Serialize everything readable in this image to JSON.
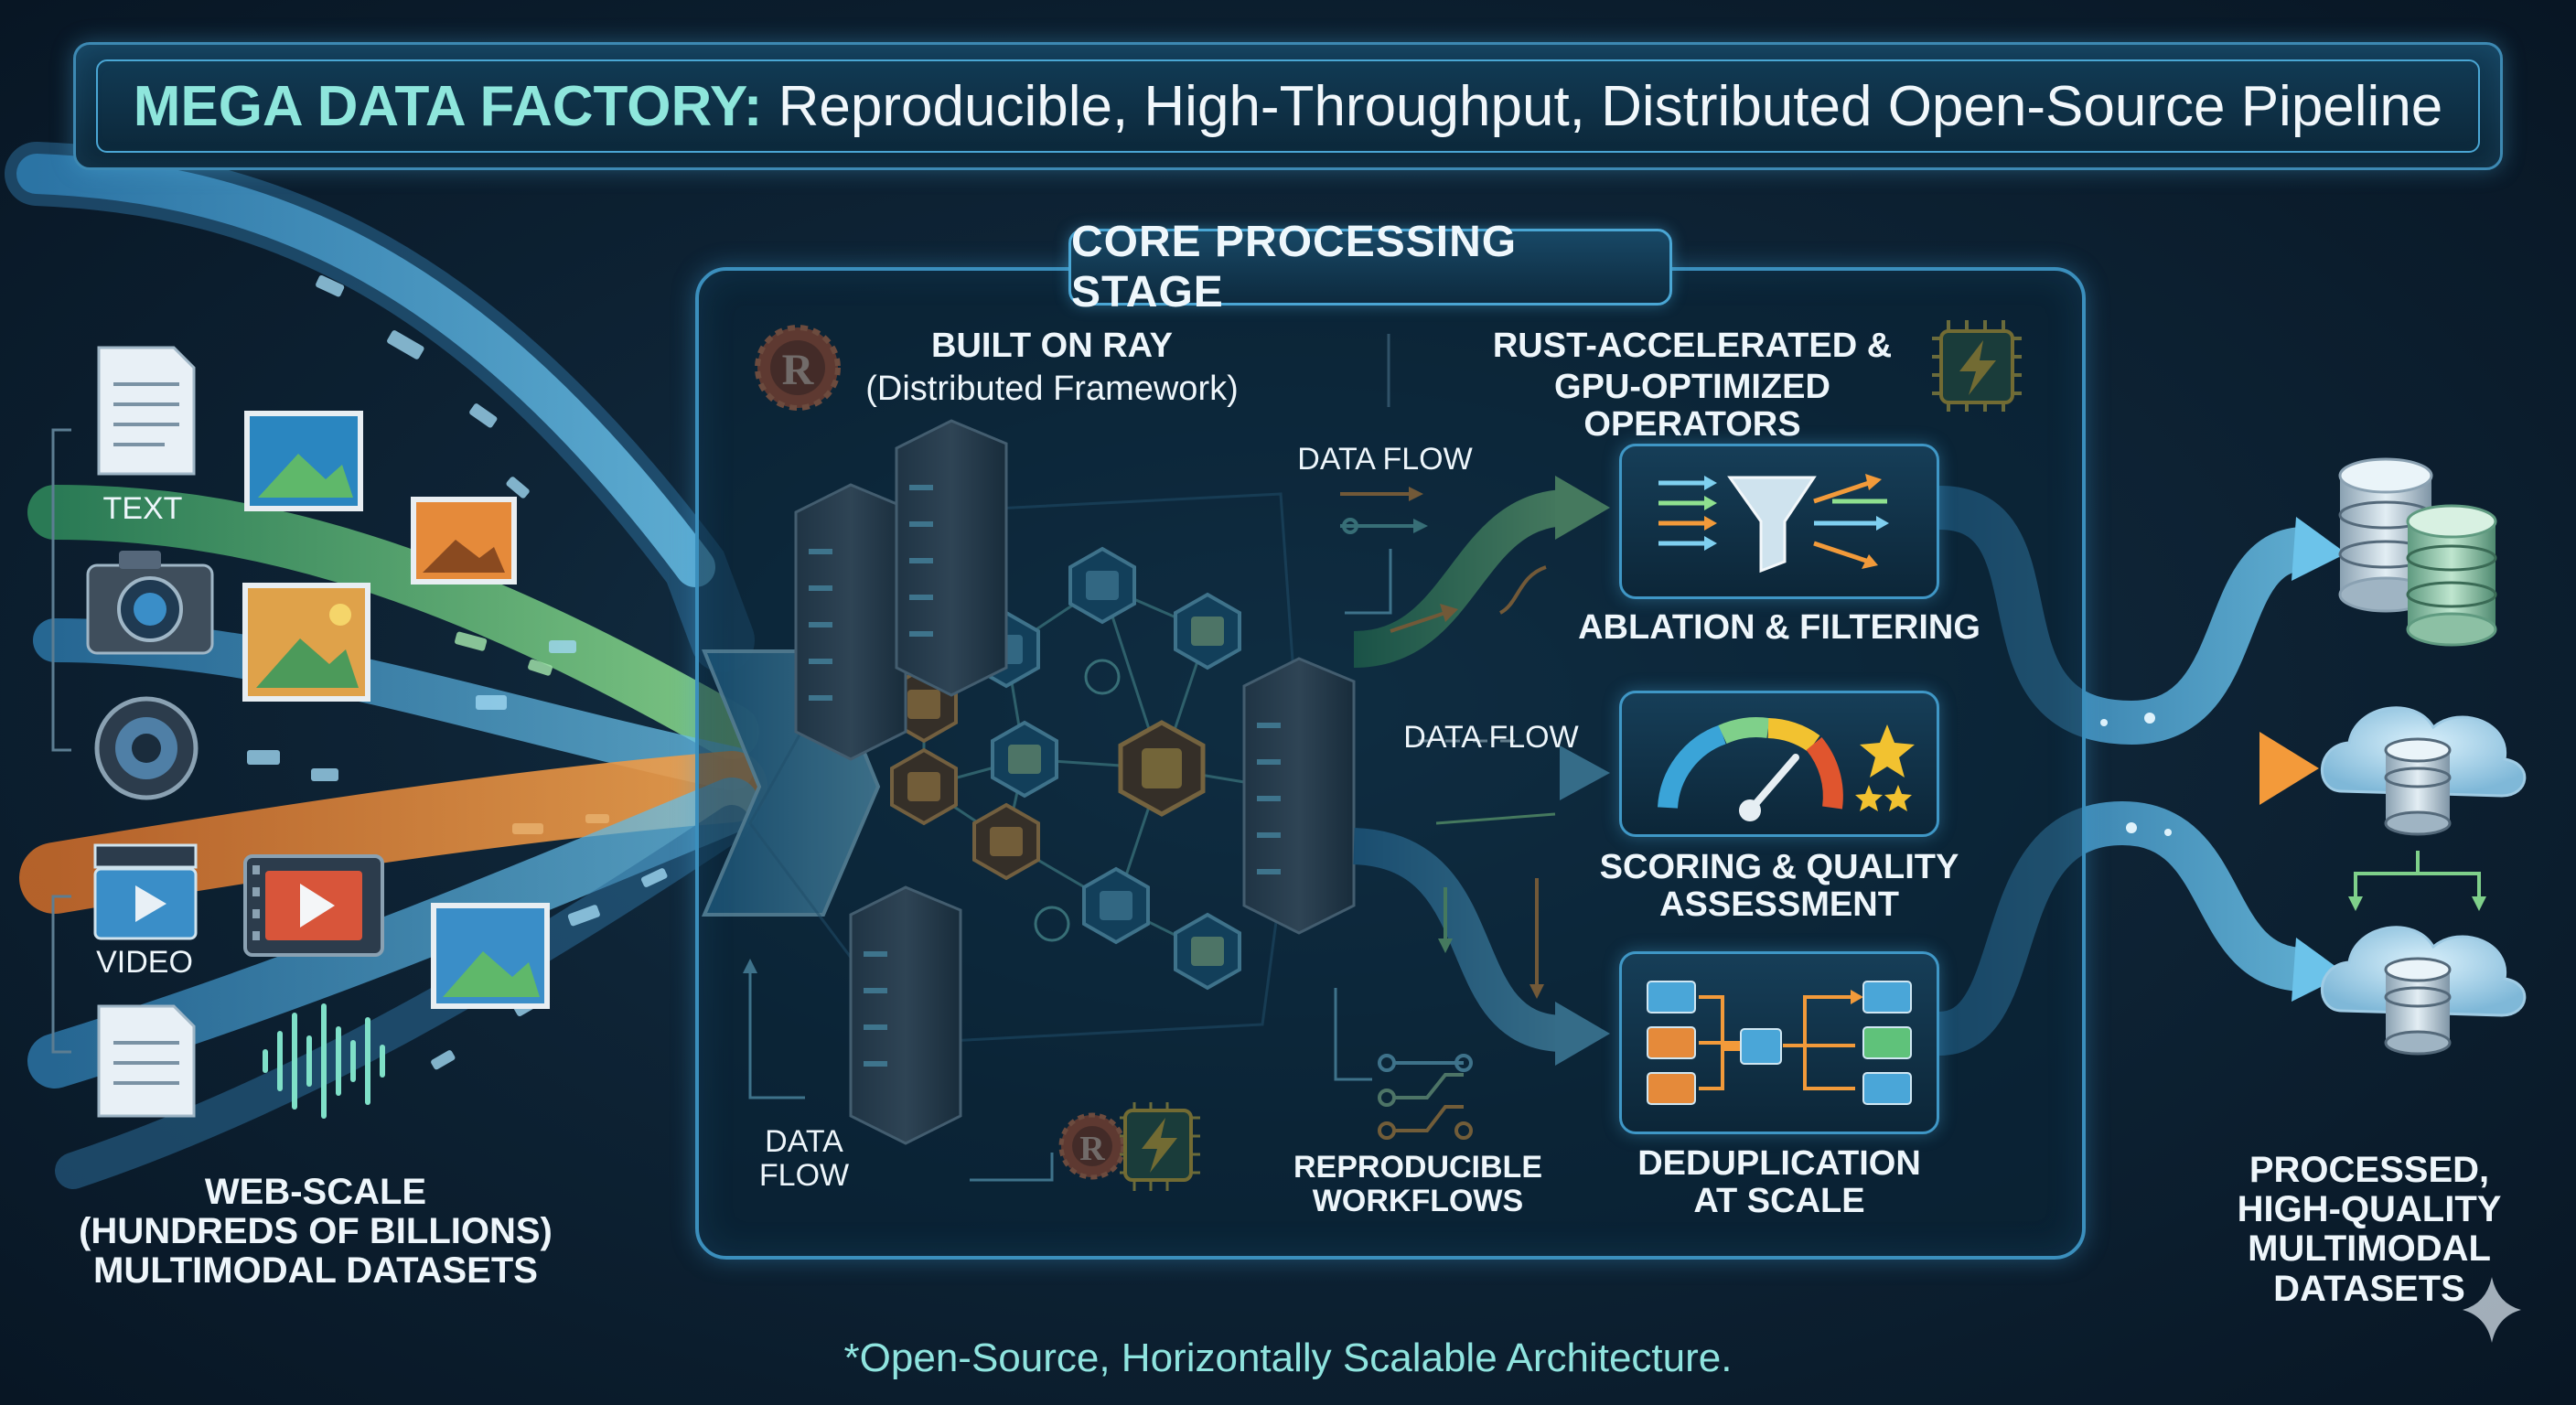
{
  "title": {
    "highlight": "MEGA DATA FACTORY:",
    "rest": " Reproducible, High-Throughput, Distributed Open-Source Pipeline"
  },
  "core_stage": {
    "title": "CORE PROCESSING STAGE",
    "ray": {
      "title": "BUILT ON RAY",
      "subtitle": "(Distributed Framework)"
    },
    "rust": {
      "line1": "RUST-ACCELERATED &",
      "line2": "GPU-OPTIMIZED OPERATORS"
    },
    "data_flow_top": "DATA FLOW",
    "data_flow_mid": "DATA FLOW",
    "data_flow_bottom": {
      "line1": "DATA",
      "line2": "FLOW"
    },
    "reproducible": {
      "line1": "REPRODUCIBLE",
      "line2": "WORKFLOWS"
    },
    "operators": [
      {
        "line1": "ABLATION & FILTERING",
        "line2": ""
      },
      {
        "line1": "SCORING & QUALITY",
        "line2": "ASSESSMENT"
      },
      {
        "line1": "DEDUPLICATION",
        "line2": "AT SCALE"
      }
    ]
  },
  "inputs": {
    "text_label": "TEXT",
    "video_label": "VIDEO",
    "caption": {
      "line1": "WEB-SCALE",
      "line2": "(HUNDREDS OF BILLIONS)",
      "line3": "MULTIMODAL DATASETS"
    }
  },
  "outputs": {
    "caption": {
      "line1": "PROCESSED,",
      "line2": "HIGH-QUALITY",
      "line3": "MULTIMODAL",
      "line4": "DATASETS"
    }
  },
  "footnote": "*Open-Source, Horizontally Scalable Architecture.",
  "colors": {
    "background": "#0e2436",
    "accent_cyan": "#8ee6dc",
    "frame_blue": "#3b8fbd",
    "stream_blue": "#4fa6d8",
    "stream_green": "#5fc27a",
    "stream_orange": "#e58a3a",
    "rust_orange": "#c5532a",
    "gpu_yellow": "#f2c230"
  }
}
